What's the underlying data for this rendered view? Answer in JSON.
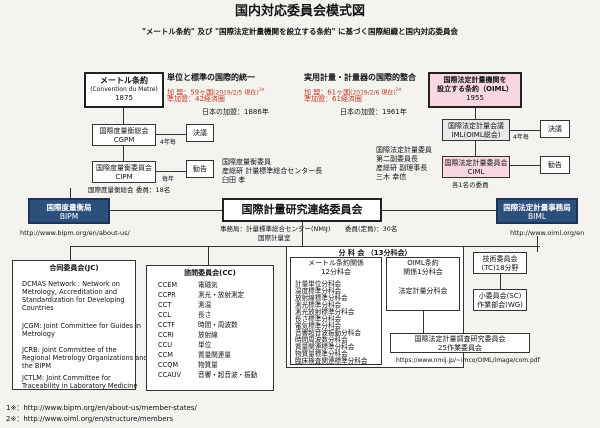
{
  "title": "国内対応委員会模式図",
  "subtitle": "\"メートル条約\" 及び \"国際法定計量機関を設立する条約\" に基づく国際組織と国内対応委員会",
  "left_header": "単位と標準の国際的統一",
  "left_header_line1": "加 盟：59ヶ国",
  "left_header_line1b": "(2019/2/5 現在)",
  "left_header_note1": "1※",
  "left_header_line2": "準加盟：42経済圏",
  "left_header_line3": "日本の加盟：1886年",
  "right_header": "実用計量・計量器の国際的整合",
  "right_header_line1": "加 盟：61ヶ国",
  "right_header_line1b": "(2019/2/6 現在)",
  "right_header_note1": "2※",
  "right_header_line2": "準加盟：61経済圏",
  "right_header_line3": "日本の加盟：1961年",
  "meter": {
    "name": "メートル条約",
    "sub": "(Convention du Metre)",
    "year": "1875"
  },
  "oiml": {
    "name1": "国際法定計量機関を",
    "name2": "設立する条約（OIML）",
    "year": "1955"
  },
  "cgpm": {
    "name": "国際度量衡総会",
    "abbr": "CGPM",
    "freq": "4年毎",
    "action": "決議"
  },
  "cipm": {
    "name": "国際度量衡委員会",
    "abbr": "CIPM",
    "freq": "毎年",
    "action": "勧告",
    "members": "委員：18名"
  },
  "jp_cipm": {
    "line1": "国際度量衡委員",
    "line2": "産総研 計量標準総合センター長",
    "line3": "臼田 孝"
  },
  "iml": {
    "name": "国際法定計量会議",
    "abbr": "IML(OIML総会)",
    "freq": "4年毎",
    "action": "決議"
  },
  "ciml": {
    "name": "国際法定計量委員会",
    "abbr": "CIML",
    "members": "各1名の委員",
    "action": "勧告"
  },
  "jp_ciml": {
    "line1": "国際法定計量委員",
    "line2": "第二副委員長",
    "line3": "産総研 副理事長",
    "line4": "三木 幸信"
  },
  "bipm": {
    "name": "国際度量衡局",
    "abbr": "BIPM",
    "url": "http://www.bipm.org/en/about-us/"
  },
  "biml": {
    "name": "国際法定計量事務局",
    "abbr": "BIML",
    "url": "http://www.oiml.org/en"
  },
  "main": {
    "name": "国際計量研究連絡委員会",
    "secretariat": "事務局：計量標準総合センター(NMIJ)",
    "secretariat2": "国際計量室",
    "members": "委員(定員)：30名"
  },
  "jc": {
    "title": "合同委員会(JC)",
    "items": [
      [
        "DCMAS Network : Network on",
        "Metrology, Accreditation and",
        "Standardization for Developing",
        "Countries"
      ],
      [
        "JCGM: Joint Committee for Guides in",
        "Metrology"
      ],
      [
        "JCRB: Joint Committee of the",
        "Regional Metrology Organizations and",
        "the BIPM"
      ],
      [
        "JCTLM: Joint Committee for",
        "Traceability in Laboratory Medicine"
      ]
    ]
  },
  "cc": {
    "title": "諮問委員会(CC)",
    "items": [
      [
        "CCEM",
        "電磁気"
      ],
      [
        "CCPR",
        "測光・放射測定"
      ],
      [
        "CCT",
        "測温"
      ],
      [
        "CCL",
        "長さ"
      ],
      [
        "CCTF",
        "時間・周波数"
      ],
      [
        "CCRI",
        "放射線"
      ],
      [
        "CCU",
        "単位"
      ],
      [
        "CCM",
        "質量関連量"
      ],
      [
        "CCQM",
        "物質量"
      ],
      [
        "CCAUV",
        "音響・超音波・振動"
      ]
    ]
  },
  "sub": {
    "title": "分 科 会 （13分科会）",
    "meter_head1": "メートル条約関係",
    "meter_head2": "12分科会",
    "oiml_head1": "OIML条約",
    "oiml_head2": "関係1分科会",
    "meter_items": [
      "計量単位分科会",
      "温度標準分科会",
      "放射線標準分科会",
      "測光標準分科会",
      "測光放射標準分科会",
      "長さ標準分科会",
      "電気標準分科会",
      "音響超音波振動分科会",
      "時間周波数分科会",
      "質量関連標準分科会",
      "物質量標準分科会",
      "臨床検査関連標準分科会"
    ],
    "oiml_item": "法定計量分科会"
  },
  "tc": {
    "line1": "技術委員会",
    "line2": "(TC)18分野"
  },
  "sc": {
    "line1": "小委員会(SC)",
    "line2": "作業部会(WG)"
  },
  "jpoiml": {
    "name": "国際法定計量調査研究委員会",
    "count": "25作業委員会",
    "url": "https://www.nmij.jp/~imco/OIML/image/com.pdf"
  },
  "footnotes": [
    "1※：http://www.bipm.org/en/about-us/member-states/",
    "2※：http://www.oiml.org/en/structure/members"
  ]
}
